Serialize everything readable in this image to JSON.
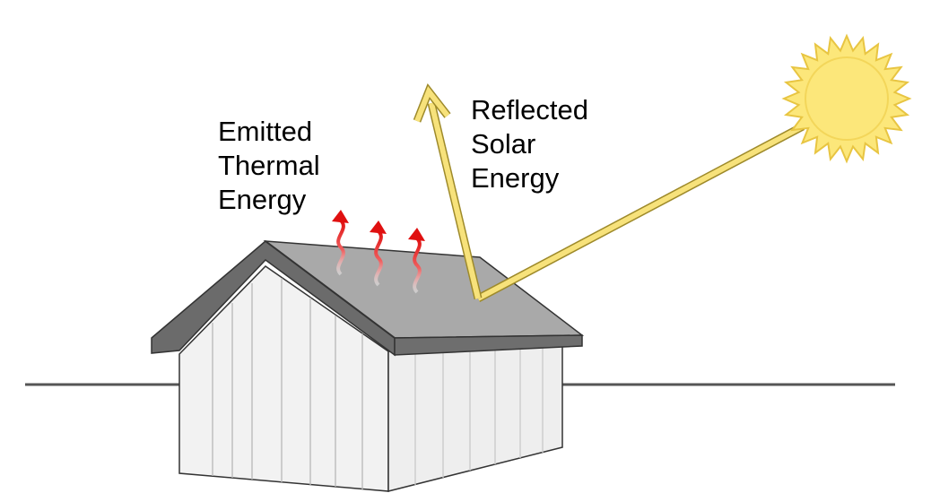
{
  "labels": {
    "emitted": [
      "Emitted",
      "Thermal",
      "Energy"
    ],
    "reflected": [
      "Reflected",
      "Solar",
      "Energy"
    ]
  },
  "icons": {
    "sun": "sun-icon",
    "thermal_waves": "wavy-arrow-icon",
    "solar_ray": "arrow-icon"
  },
  "colors": {
    "sun_fill": "#fce77a",
    "sun_outline": "#e8c542",
    "solar_ray": "#f7e27b",
    "thermal_arrow": "#e01010",
    "roof": "#a6a6a6",
    "roof_edge": "#5e5e5e",
    "wall": "#f0f0f0",
    "ground": "#555555"
  }
}
